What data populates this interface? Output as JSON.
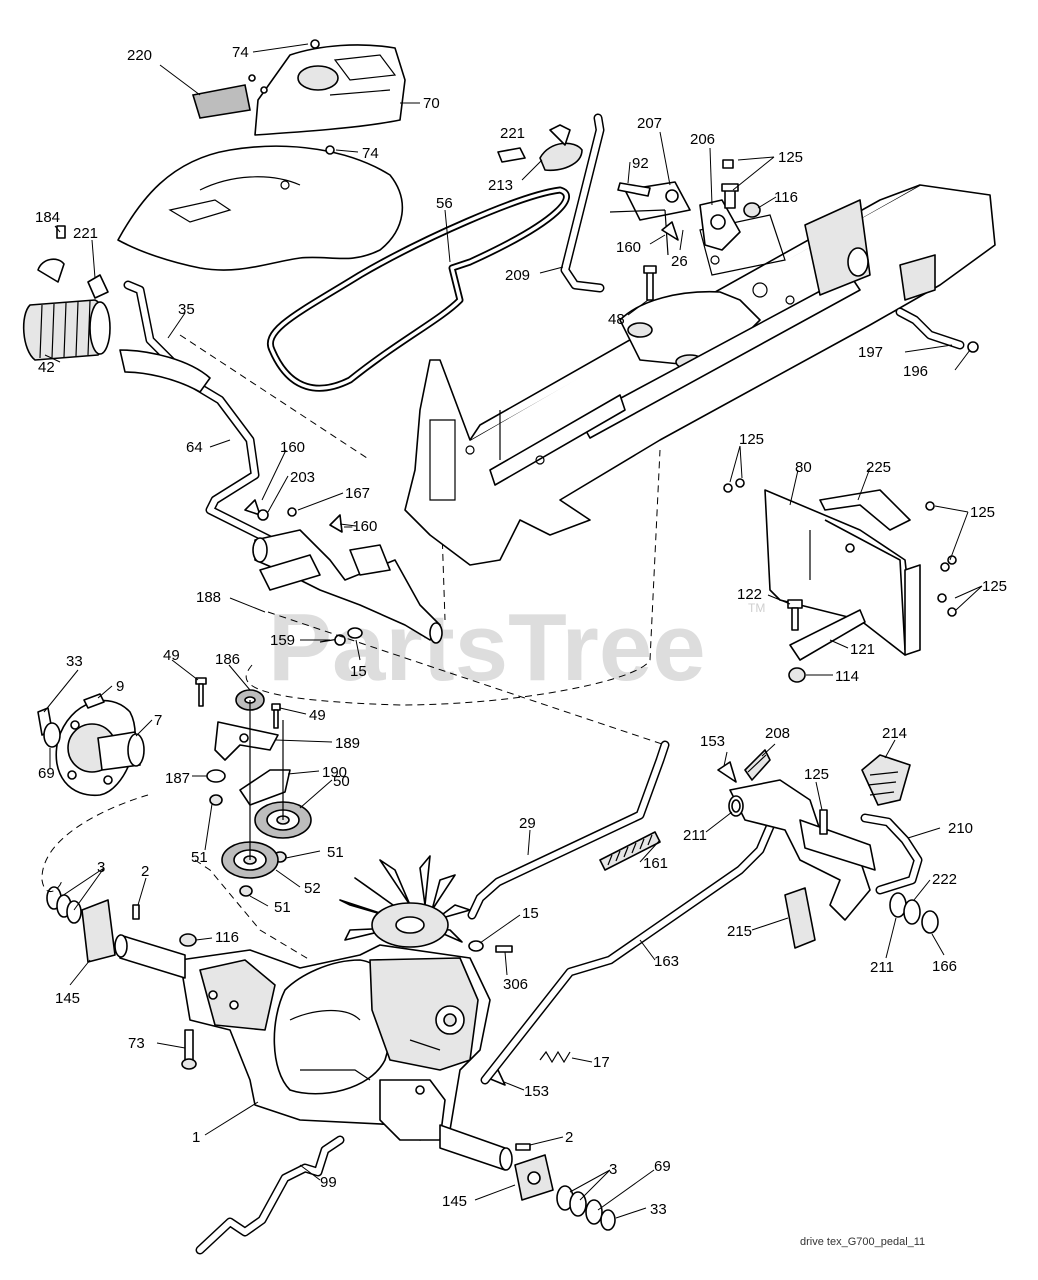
{
  "watermark": {
    "text": "PartsTree",
    "trademark": "TM"
  },
  "filename": "drive tex_G700_pedal_11",
  "callouts": {
    "c220": "220",
    "c74a": "74",
    "c70": "70",
    "c74b": "74",
    "c221a": "221",
    "c213": "213",
    "c207": "207",
    "c206": "206",
    "c125a": "125",
    "c92": "92",
    "c116a": "116",
    "c160a": "160",
    "c26": "26",
    "c56": "56",
    "c184": "184",
    "c221b": "221",
    "c209": "209",
    "c48": "48",
    "c35": "35",
    "c42": "42",
    "c197": "197",
    "c196": "196",
    "c64": "64",
    "c160b": "160",
    "c203": "203",
    "c167": "167",
    "c160c": "160",
    "c125b": "125",
    "c80": "80",
    "c225": "225",
    "c125c": "125",
    "c125d": "125",
    "c188": "188",
    "c122": "122",
    "c159": "159",
    "c15a": "15",
    "c121": "121",
    "c114": "114",
    "c33a": "33",
    "c49a": "49",
    "c186": "186",
    "c9": "9",
    "c7": "7",
    "c49b": "49",
    "c189": "189",
    "c69a": "69",
    "c187": "187",
    "c190": "190",
    "c153a": "153",
    "c208": "208",
    "c214": "214",
    "c125e": "125",
    "c210": "210",
    "c50": "50",
    "c29": "29",
    "c211a": "211",
    "c51a": "51",
    "c51b": "51",
    "c161": "161",
    "c3a": "3",
    "c2a": "2",
    "c52": "52",
    "c51c": "51",
    "c222": "222",
    "c15b": "15",
    "c215": "215",
    "c116b": "116",
    "c163": "163",
    "c211b": "211",
    "c166": "166",
    "c145a": "145",
    "c306": "306",
    "c73": "73",
    "c17": "17",
    "c153b": "153",
    "c1": "1",
    "c2b": "2",
    "c99": "99",
    "c3b": "3",
    "c69b": "69",
    "c145b": "145",
    "c33b": "33"
  }
}
